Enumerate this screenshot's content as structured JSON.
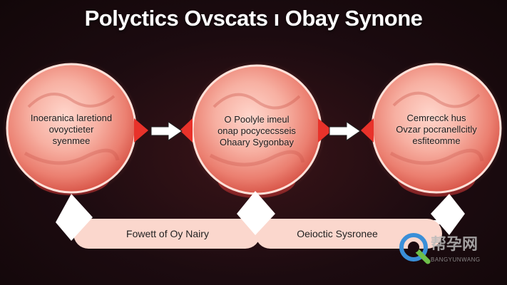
{
  "title": "Polyctics Ovscats ı Obay Synone",
  "circles": [
    {
      "lines": [
        "Inoeranica laretiond",
        "ovoyctieter",
        "syenmee"
      ]
    },
    {
      "lines": [
        "O Poolyle imeul",
        "onap pocycecsseis",
        "Ohaary Sygonbay"
      ]
    },
    {
      "lines": [
        "Cemrecck hus",
        "Ovzar pocranellcitly",
        "esfiteomme"
      ]
    }
  ],
  "pills": [
    {
      "label": "Fowett of Oy Nairy"
    },
    {
      "label": "Oeioctic Sysronee"
    }
  ],
  "watermark": {
    "main": "帮孕网",
    "sub": "BANGYUNWANG"
  },
  "colors": {
    "background": "#1c0b10",
    "tissue": "#f4a899",
    "tissue_dark": "#e0685a",
    "arrow_red": "#e8322a",
    "pill": "#fbd7cd",
    "connector": "#ffffff"
  }
}
